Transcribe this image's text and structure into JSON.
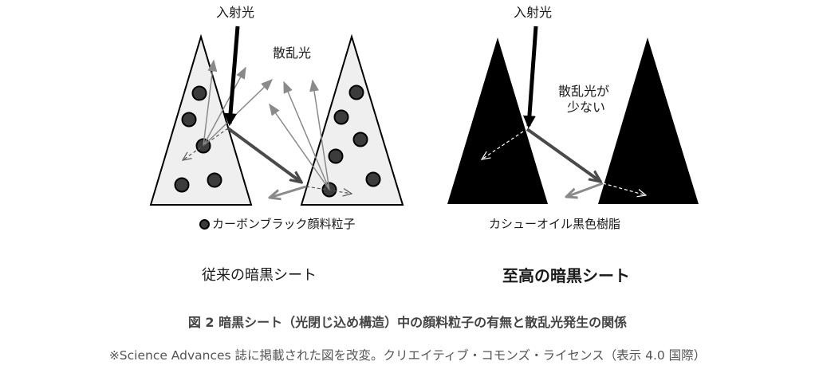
{
  "left_panel": {
    "incident_label": "入射光",
    "scatter_label": "散乱光",
    "legend_text": "カーボンブラック顔料粒子",
    "title": "従来の暗黒シート",
    "colors": {
      "triangle_fill": "#efefef",
      "particle_fill": "#3c3c3c",
      "scatter_arrow": "#8a8a8a",
      "refracted_arrow": "#4a4a4a"
    }
  },
  "right_panel": {
    "incident_label": "入射光",
    "scatter_label_line1": "散乱光が",
    "scatter_label_line2": "少ない",
    "material_label": "カシューオイル黒色樹脂",
    "title": "至高の暗黒シート",
    "colors": {
      "triangle_fill": "#000000"
    }
  },
  "caption": "図 2  暗黒シート（光閉じ込め構造）中の顔料粒子の有無と散乱光発生の関係",
  "credit": "※Science Advances 誌に掲載された図を改変。クリエイティブ・コモンズ・ライセンス（表示 4.0 国際）"
}
